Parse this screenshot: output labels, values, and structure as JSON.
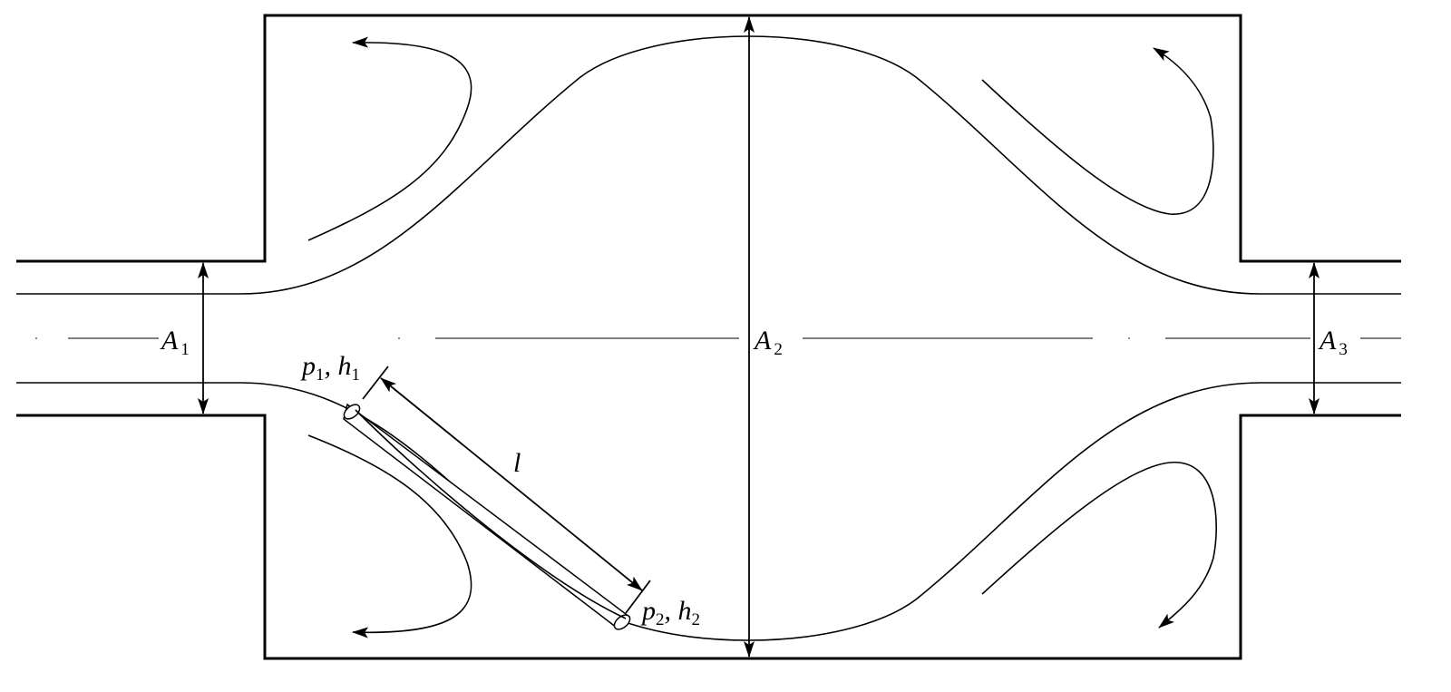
{
  "labels": {
    "a1": {
      "main": "A",
      "sub": "1"
    },
    "a2": {
      "main": "A",
      "sub": "2"
    },
    "a3": {
      "main": "A",
      "sub": "3"
    },
    "l": "l",
    "p1h1": {
      "p": "p",
      "p_sub": "1",
      "sep": ", ",
      "h": "h",
      "h_sub": "1"
    },
    "p2h2": {
      "p": "p",
      "p_sub": "2",
      "sep": ", ",
      "h": "h",
      "h_sub": "2"
    }
  }
}
